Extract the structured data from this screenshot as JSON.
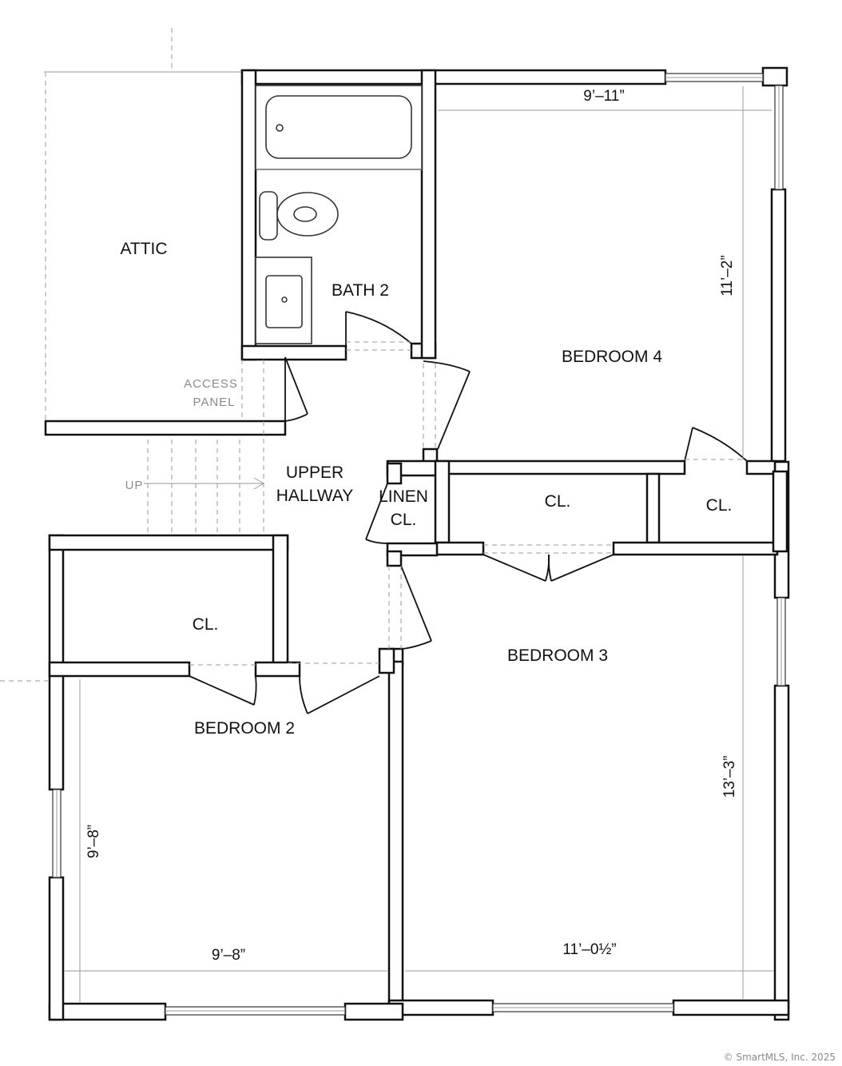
{
  "rooms": {
    "attic": "ATTIC",
    "bath2": "BATH 2",
    "bedroom4": "BEDROOM 4",
    "upper_hallway_line1": "UPPER",
    "upper_hallway_line2": "HALLWAY",
    "linen_line1": "LINEN",
    "linen_line2": "CL.",
    "closet_b4_left": "CL.",
    "closet_b4_right": "CL.",
    "closet_b2": "CL.",
    "bedroom3": "BEDROOM 3",
    "bedroom2": "BEDROOM 2"
  },
  "notes": {
    "access_panel_line1": "ACCESS",
    "access_panel_line2": "PANEL",
    "up": "UP"
  },
  "dimensions": {
    "bedroom4_width": "9’–11”",
    "bedroom4_depth": "11’–2”",
    "bedroom3_depth": "13’–3”",
    "bedroom3_width": "11’–0½”",
    "bedroom2_depth": "9’–8”",
    "bedroom2_width": "9’–8”"
  },
  "footer": "© SmartMLS, Inc.  2025"
}
